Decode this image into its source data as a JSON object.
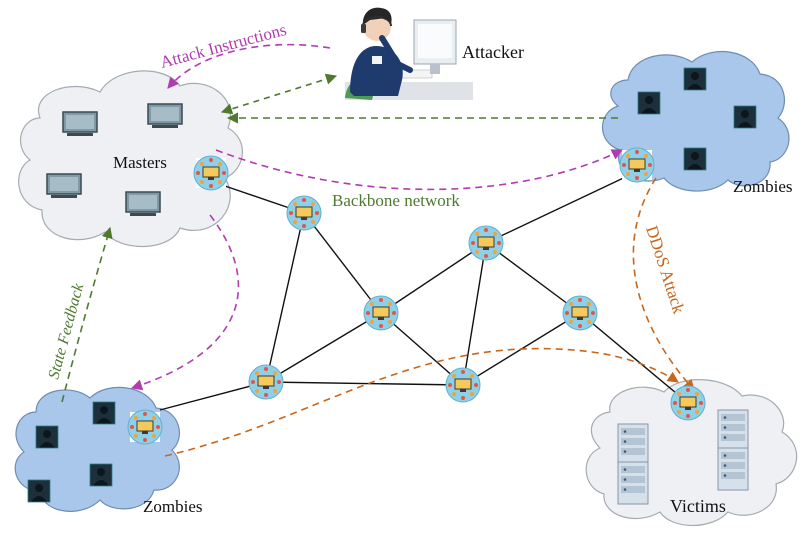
{
  "labels": {
    "attacker": "Attacker",
    "masters": "Masters",
    "zombies_right": "Zombies",
    "zombies_left": "Zombies",
    "victims": "Victims",
    "backbone": "Backbone network",
    "attack_instructions": "Attack Instructions",
    "state_feedback": "State Feedback",
    "ddos_attack": "DDoS Attack"
  },
  "colors": {
    "instructions": "#b03cb0",
    "feedback": "#4e7a30",
    "ddos": "#c8661a",
    "cloud_light": "#eef0f4",
    "cloud_blue": "#a9c7ea",
    "router": "#8fd0e6"
  },
  "icons": {
    "attacker": "person-at-computer-icon",
    "master_device": "monitor-icon",
    "zombie_device": "hacker-icon",
    "victim_device": "server-icon",
    "node": "router-icon"
  }
}
